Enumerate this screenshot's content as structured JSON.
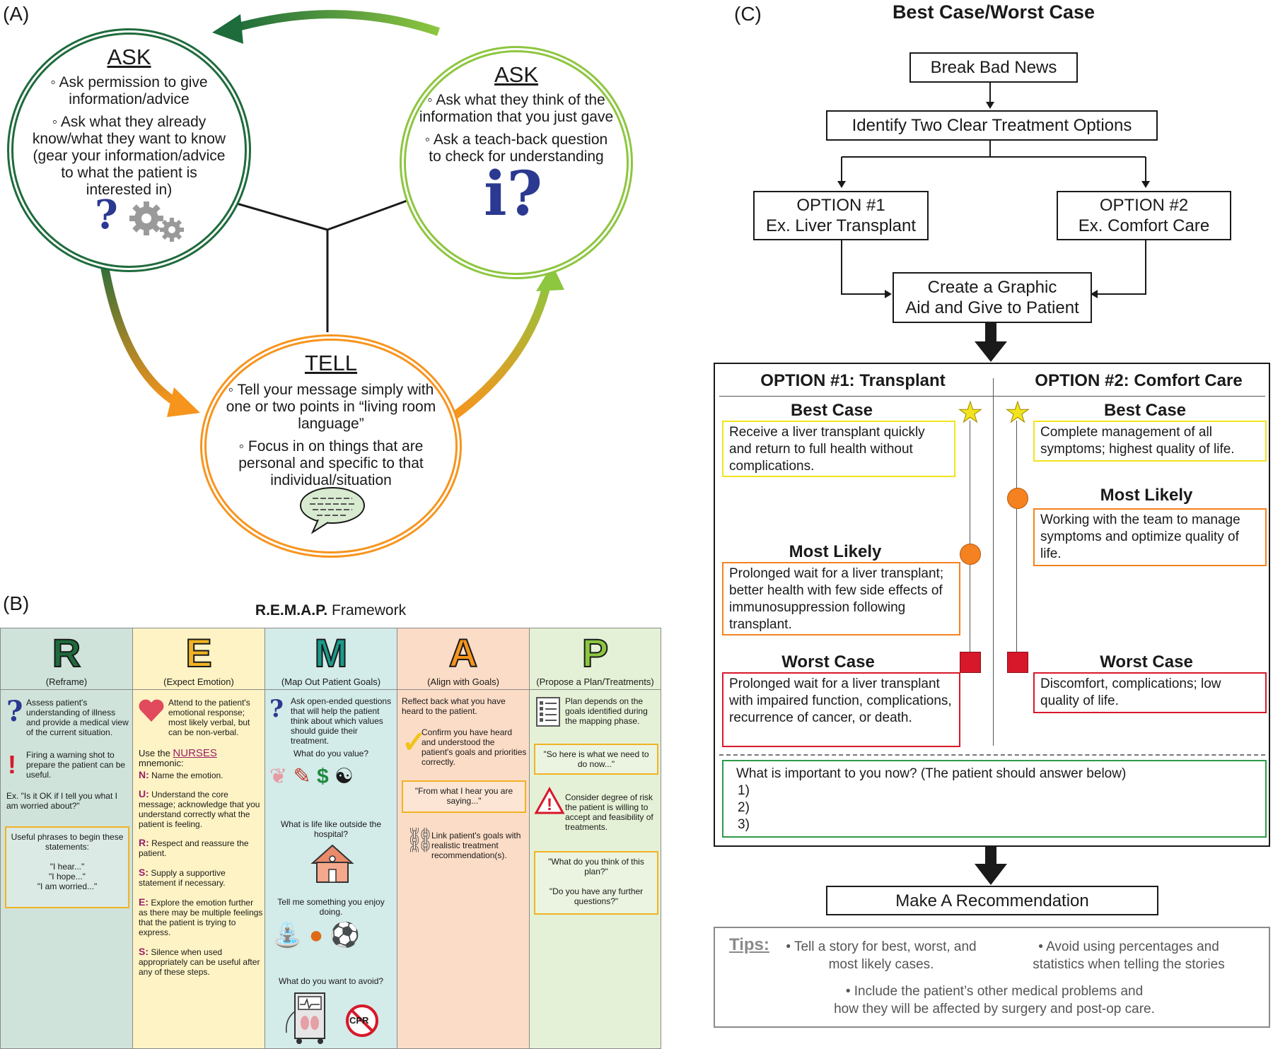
{
  "panel_a": {
    "label": "(A)",
    "ask_left": {
      "title": "ASK",
      "bullets": [
        "◦ Ask permission to give information/advice",
        "◦ Ask what they already know/what they want to know (gear your information/advice to what the patient is interested in)"
      ]
    },
    "ask_right": {
      "title": "ASK",
      "bullets": [
        "◦ Ask what they think of the information that you just gave",
        "◦ Ask a teach-back question to check for understanding"
      ]
    },
    "tell": {
      "title": "TELL",
      "bullets": [
        "◦ Tell your message simply with one or two points in “living room language”",
        "◦ Focus in on things that are personal and specific to that individual/situation"
      ]
    },
    "colors": {
      "dark_green": "#1e6b3c",
      "light_green": "#8dc63f",
      "orange": "#f7941d"
    }
  },
  "panel_b": {
    "label": "(B)",
    "title_bold": "R.E.M.A.P.",
    "title_rest": " Framework",
    "columns": [
      {
        "letter": "R",
        "subtitle": "(Reframe)",
        "bg": "#cfe3db",
        "letter_color": "#1e6b3c",
        "text1": "Assess patient's understanding of illness and provide a medical view of the current situation.",
        "text2": "Firing a warning shot to prepare the patient can be useful.",
        "text3": "Ex. \"Is it OK if I tell you what I am worried about?\"",
        "box_title": "Useful phrases to begin these statements:",
        "phrases": [
          "\"I hear...\"",
          "\"I hope...\"",
          "\"I am worried...\""
        ]
      },
      {
        "letter": "E",
        "subtitle": "(Expect Emotion)",
        "bg": "#fdf3c4",
        "letter_color": "#f0b323",
        "text1": "Attend to the patient's emotional response; most likely verbal, but can be non-verbal.",
        "use": "Use the ",
        "mnemonic": "NURSES",
        "use_end": " mnemonic:",
        "items": [
          {
            "k": "N:",
            "t": "Name the emotion."
          },
          {
            "k": "U:",
            "t": "Understand the core message; acknowledge that you understand correctly what the patient is feeling."
          },
          {
            "k": "R:",
            "t": "Respect and reassure the patient."
          },
          {
            "k": "S:",
            "t": "Supply a supportive statement if necessary."
          },
          {
            "k": "E:",
            "t": "Explore the emotion further as there may be multiple feelings that the patient is trying to express."
          },
          {
            "k": "S:",
            "t": "Silence when used appropriately can be useful after any of these steps."
          }
        ]
      },
      {
        "letter": "M",
        "subtitle": "(Map Out Patient Goals)",
        "bg": "#d3ebe9",
        "letter_color": "#1a9a8a",
        "text1": "Ask open-ended questions that will help the patient think about which values should guide their treatment.",
        "q1": "What do you value?",
        "q2": "What is life like outside the hospital?",
        "q3": "Tell me something you enjoy doing.",
        "q4": "What do you want to avoid?",
        "cpr": "CPR"
      },
      {
        "letter": "A",
        "subtitle": "(Align with Goals)",
        "bg": "#fbdcc6",
        "letter_color": "#f7941d",
        "text1": "Reflect back what you have heard to the patient.",
        "text2": "Confirm you have heard and understood the patient's goals and priorities correctly.",
        "box1": "\"From what I hear you are saying...\"",
        "text3": "Link patient's goals with realistic treatment recommendation(s)."
      },
      {
        "letter": "P",
        "subtitle": "(Propose a Plan/Treatments)",
        "bg": "#e5f1d6",
        "letter_color": "#8dc63f",
        "text1": "Plan depends on the goals identified during the mapping phase.",
        "box1": "\"So here is what we need to do now...\"",
        "text2": "Consider degree of risk the patient is willing to accept and feasibility of treatments.",
        "box2a": "\"What do you think of this plan?\"",
        "box2b": "\"Do you have any further questions?\""
      }
    ]
  },
  "panel_c": {
    "label": "(C)",
    "title": "Best Case/Worst Case",
    "break_news": "Break Bad News",
    "identify": "Identify Two Clear Treatment Options",
    "option1": [
      "OPTION #1",
      "Ex. Liver Transplant"
    ],
    "option2": [
      "OPTION #2",
      "Ex. Comfort Care"
    ],
    "graphic_aid": [
      "Create a Graphic",
      "Aid and Give to Patient"
    ],
    "opt1_header": "OPTION #1: Transplant",
    "opt2_header": "OPTION #2: Comfort Care",
    "best_case": "Best Case",
    "most_likely": "Most Likely",
    "worst_case": "Worst Case",
    "opt1_best": "Receive a liver transplant quickly and return to full health without complications.",
    "opt1_likely": "Prolonged wait for a liver transplant; better health with few side effects of immunosuppression following transplant.",
    "opt1_worst": "Prolonged wait for a liver transplant with impaired function, complications, recurrence of cancer, or death.",
    "opt2_best": "Complete management of all symptoms; highest quality of life.",
    "opt2_likely": "Working with the team to manage symptoms and optimize quality of life.",
    "opt2_worst": "Discomfort, complications; low quality of life.",
    "question": "What is important to you now? (The patient should answer below)",
    "answers": [
      "1)",
      "2)",
      "3)"
    ],
    "recommendation": "Make A Recommendation",
    "tips_label": "Tips:",
    "tip1": [
      "• Tell a story for best, worst, and",
      "most likely cases."
    ],
    "tip2": [
      "• Avoid using percentages and",
      "statistics when telling the stories"
    ],
    "tip3": [
      "• Include the patient’s other medical problems and",
      "how they will be affected by surgery and post-op care."
    ],
    "colors": {
      "best": "#f2e31f",
      "likely": "#f58220",
      "worst": "#d7182a",
      "question": "#2e9a47"
    }
  }
}
